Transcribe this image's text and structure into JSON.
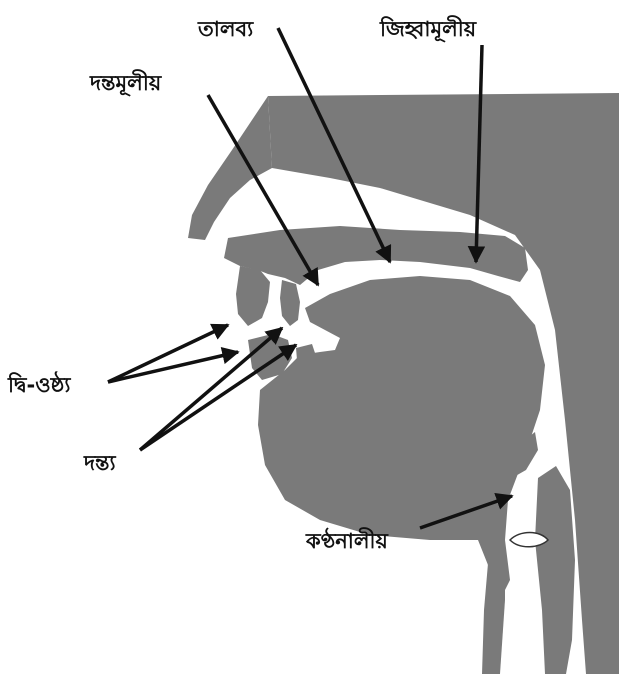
{
  "colors": {
    "tissue": "#7a7a7a",
    "background": "#ffffff",
    "ink": "#111111"
  },
  "labels": {
    "palatal": "তালব্য",
    "velar": "জিহ্বামূলীয়",
    "alveolar": "দন্তমূলীয়",
    "bilabial": "দ্বি-ওষ্ঠ্য",
    "dental": "দন্ত্য",
    "glottal": "কণ্ঠনালীয়"
  }
}
